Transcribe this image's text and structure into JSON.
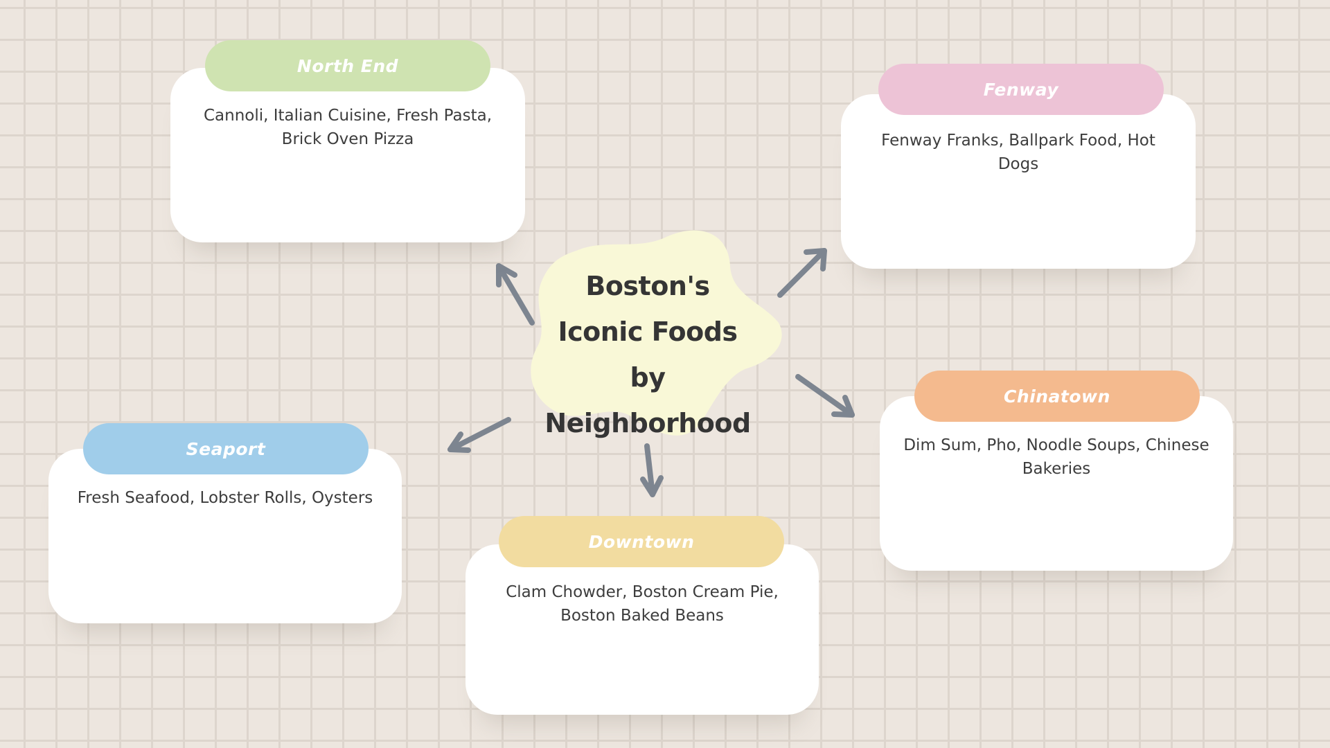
{
  "title": "Boston's Iconic Foods by Neighborhood",
  "colors": {
    "north_end": "#cfe3b1",
    "fenway": "#edc3d6",
    "chinatown": "#f4ba8e",
    "seaport": "#a0cdea",
    "downtown": "#f2dca0",
    "center": "#f9f8d7",
    "arrow": "#7d8590"
  },
  "neighborhoods": [
    {
      "name": "North End",
      "foods": "Cannoli, Italian Cuisine, Fresh Pasta, Brick Oven Pizza"
    },
    {
      "name": "Fenway",
      "foods": "Fenway Franks, Ballpark Food, Hot Dogs"
    },
    {
      "name": "Chinatown",
      "foods": "Dim Sum, Pho, Noodle Soups, Chinese Bakeries"
    },
    {
      "name": "Seaport",
      "foods": "Fresh Seafood, Lobster Rolls, Oysters"
    },
    {
      "name": "Downtown",
      "foods": "Clam Chowder, Boston Cream Pie, Boston Baked Beans"
    }
  ]
}
